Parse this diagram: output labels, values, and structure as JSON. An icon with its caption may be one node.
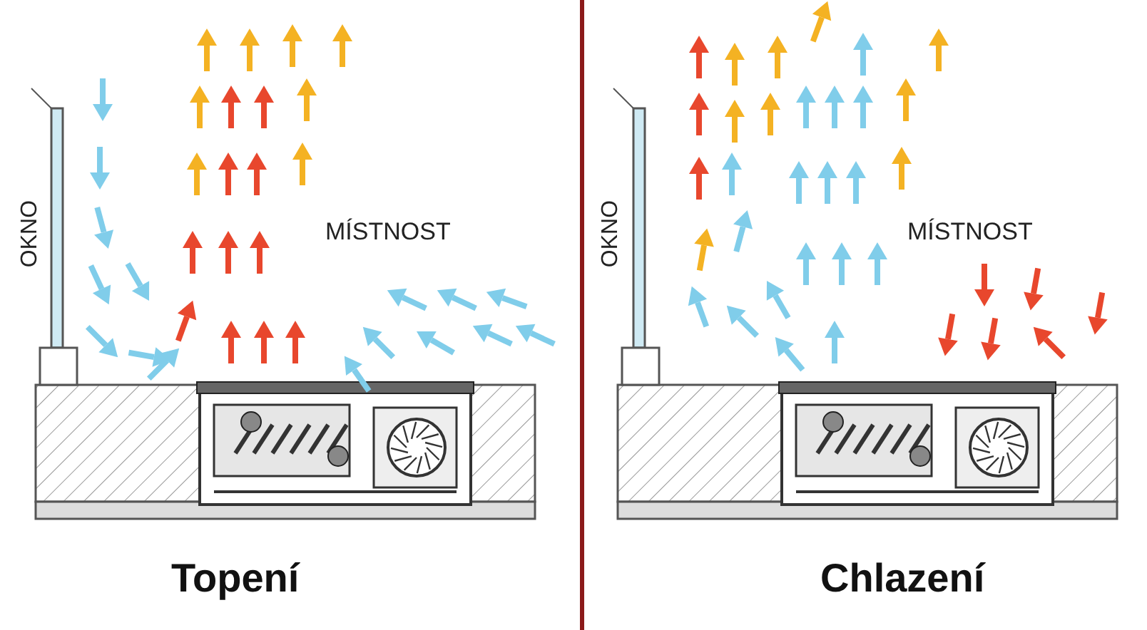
{
  "diagram": {
    "labels": [
      "OKNO",
      "MÍSTNOST",
      "Topení",
      "OKNO",
      "MÍSTNOST",
      "Chlazení"
    ]
  }
}
